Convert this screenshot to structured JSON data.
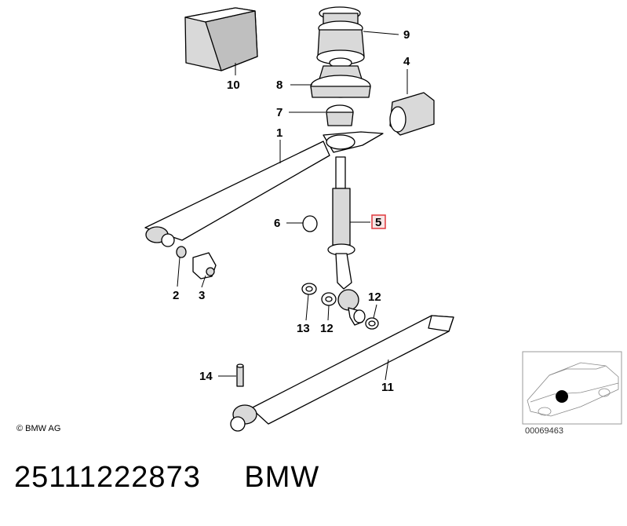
{
  "callouts": {
    "c1": "1",
    "c2": "2",
    "c3": "3",
    "c4": "4",
    "c5": "5",
    "c6": "6",
    "c7": "7",
    "c8": "8",
    "c9": "9",
    "c10": "10",
    "c11": "11",
    "c12a": "12",
    "c12b": "12",
    "c13": "13",
    "c14": "14"
  },
  "highlight_color": "#e0393e",
  "copyright": "© BMW AG",
  "thumbnail": {
    "reference_number": "00069463"
  },
  "footer": {
    "part_number": "25111222873",
    "brand": "BMW"
  }
}
